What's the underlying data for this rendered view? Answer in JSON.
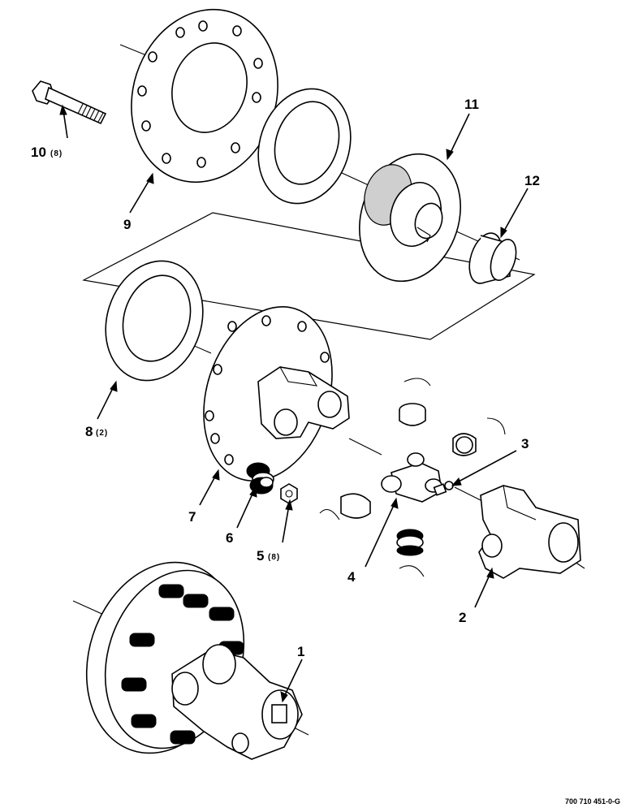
{
  "callouts": [
    {
      "id": "1",
      "number": "1",
      "qty": ""
    },
    {
      "id": "2",
      "number": "2",
      "qty": ""
    },
    {
      "id": "3",
      "number": "3",
      "qty": ""
    },
    {
      "id": "4",
      "number": "4",
      "qty": ""
    },
    {
      "id": "5",
      "number": "5",
      "qty": "(8)"
    },
    {
      "id": "6",
      "number": "6",
      "qty": ""
    },
    {
      "id": "7",
      "number": "7",
      "qty": ""
    },
    {
      "id": "8",
      "number": "8",
      "qty": "(2)"
    },
    {
      "id": "9",
      "number": "9",
      "qty": ""
    },
    {
      "id": "10",
      "number": "10",
      "qty": "(8)"
    },
    {
      "id": "11",
      "number": "11",
      "qty": ""
    },
    {
      "id": "12",
      "number": "12",
      "qty": ""
    }
  ],
  "document_ref": "700 710 451-0-G"
}
